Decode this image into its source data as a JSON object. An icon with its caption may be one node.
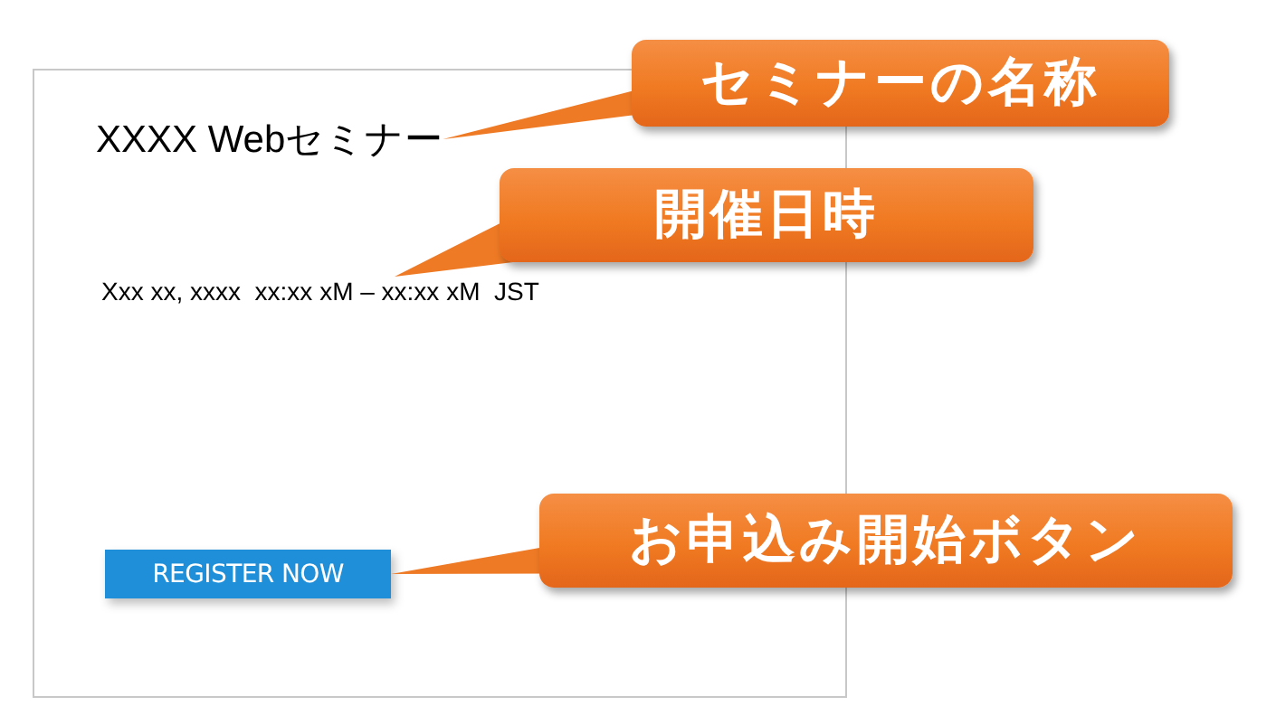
{
  "diagram": {
    "nodes": [
      {
        "text": [],
        "shape": "box"
      },
      {
        "text": [
          "XXXX Webセミナー"
        ],
        "in": 0
      },
      {
        "text": [
          "Xxx xx, xxxx  xx:xx xM – xx:xx xM  JST"
        ],
        "in": 0
      },
      {
        "text": [
          "REGISTER NOW"
        ],
        "in": 0
      },
      {
        "text": [
          "セミナーの名称"
        ]
      },
      {
        "text": [
          "開催日時"
        ]
      },
      {
        "text": [
          "お申込み開始ボタン"
        ]
      }
    ],
    "edges": [
      {
        "from": 4,
        "to": 1,
        "arrow": "none"
      },
      {
        "from": 5,
        "to": 2,
        "arrow": "none"
      },
      {
        "from": 6,
        "to": 3,
        "arrow": "none"
      }
    ]
  }
}
